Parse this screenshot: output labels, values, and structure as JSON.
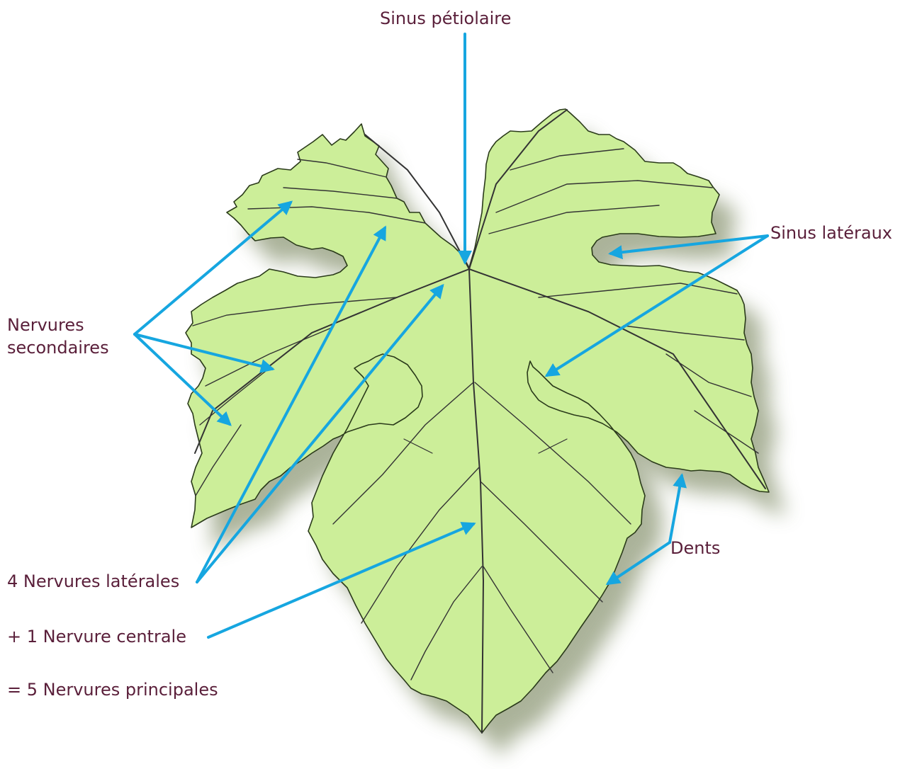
{
  "labels": {
    "sinus_petiolaire": "Sinus pétiolaire",
    "sinus_lateraux": "Sinus latéraux",
    "nervures_secondaires_line1": "Nervures",
    "nervures_secondaires_line2": "secondaires",
    "dents": "Dents",
    "nervures_laterales": "4 Nervures latérales",
    "nervure_centrale": "+ 1 Nervure centrale",
    "nervures_principales": "= 5 Nervures principales"
  },
  "colors": {
    "leaf_fill": "#ccee99",
    "leaf_outline": "#2a3a1a",
    "vein": "#333333",
    "shadow": "#8f9a78",
    "arrow": "#16a6e0",
    "label_text": "#5a1f3a"
  }
}
